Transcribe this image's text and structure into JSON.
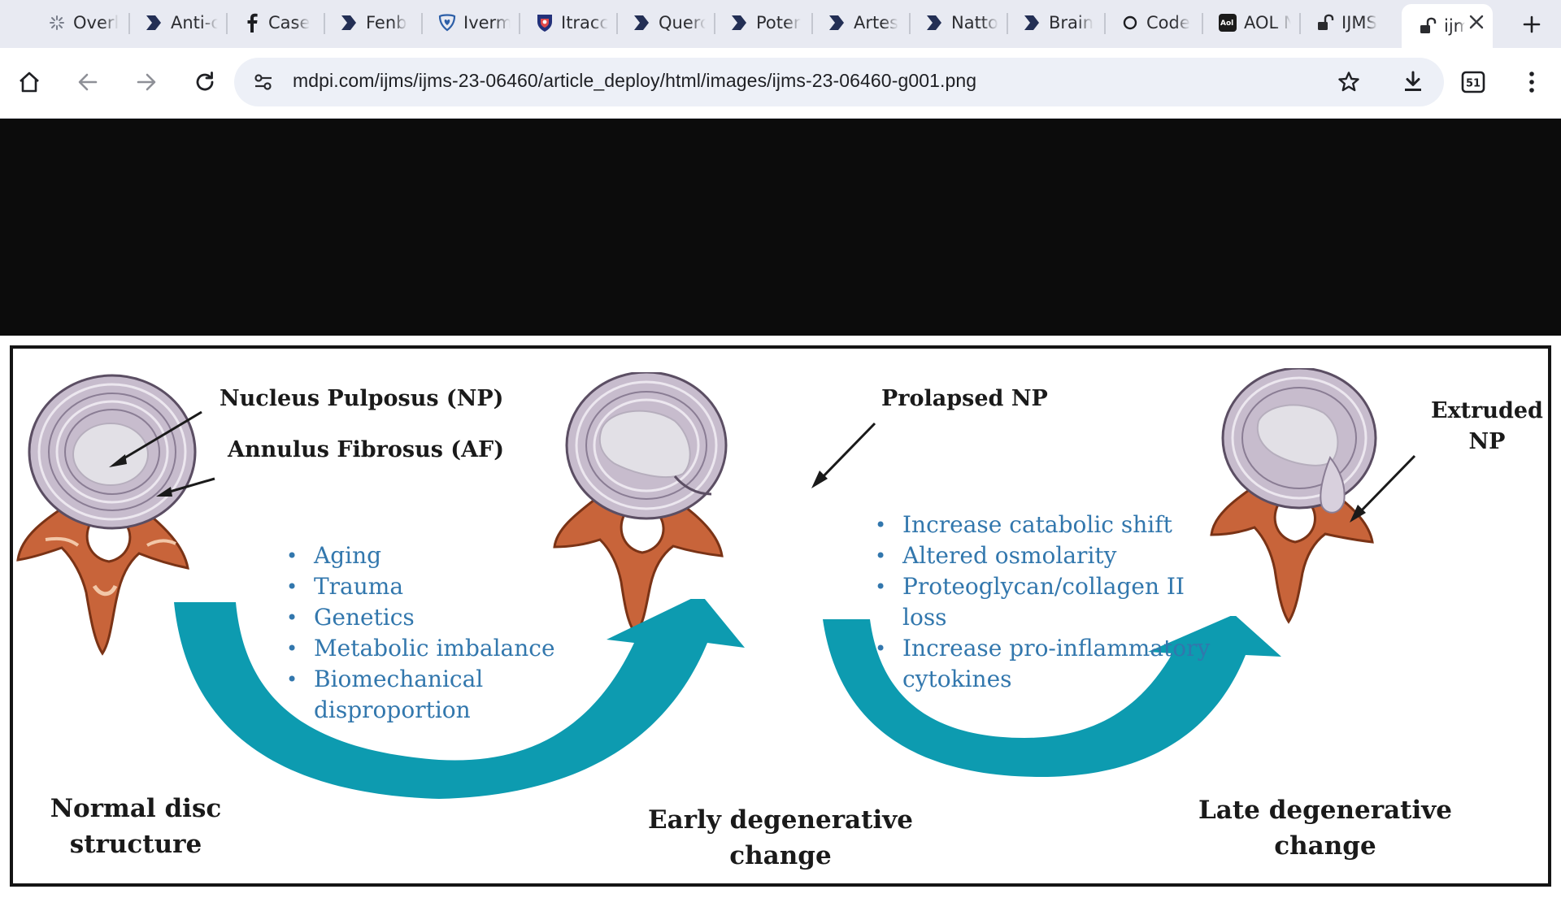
{
  "browser": {
    "tabs": [
      {
        "label": "Overl",
        "icon": "spinner-icon"
      },
      {
        "label": "Anti-c",
        "icon": "bookmark-tag-icon"
      },
      {
        "label": "Case",
        "icon": "facebook-icon"
      },
      {
        "label": "Fenb",
        "icon": "bookmark-tag-icon"
      },
      {
        "label": "Iverm",
        "icon": "shield-heart-icon"
      },
      {
        "label": "Itracc",
        "icon": "crest-icon"
      },
      {
        "label": "Querc",
        "icon": "bookmark-tag-icon"
      },
      {
        "label": "Poter",
        "icon": "bookmark-tag-icon"
      },
      {
        "label": "Artes",
        "icon": "bookmark-tag-icon"
      },
      {
        "label": "Natto",
        "icon": "bookmark-tag-icon"
      },
      {
        "label": "Brain",
        "icon": "bookmark-tag-icon"
      },
      {
        "label": "Code",
        "icon": "circle-icon"
      },
      {
        "label": "AOL N",
        "icon": "aol-icon"
      },
      {
        "label": "IJMS",
        "icon": "unlocked-icon"
      },
      {
        "label": "ijm",
        "icon": "unlocked-icon",
        "active": true
      }
    ],
    "new_tab_label": "+",
    "close_tab_label": "✕",
    "url": "mdpi.com/ijms/ijms-23-06460/article_deploy/html/images/ijms-23-06460-g001.png",
    "tab_count": "51",
    "colors": {
      "tabstrip": "#e8eaf2",
      "toolbar": "#ffffff",
      "omnibox": "#edf0f7"
    }
  },
  "figure": {
    "np_label": "Nucleus Pulposus  (NP)",
    "af_label": "Annulus Fibrosus (AF)",
    "prolapsed_label": "Prolapsed  NP",
    "extruded_label_line1": "Extruded",
    "extruded_label_line2": "NP",
    "stage1_line1": "Normal  disc",
    "stage1_line2": "structure",
    "stage2_line1": "Early  degenerative",
    "stage2_line2": "change",
    "stage3_line1": "Late  degenerative",
    "stage3_line2": "change",
    "causes": [
      "Aging",
      "Trauma",
      "Genetics",
      "Metabolic imbalance",
      "Biomechanical",
      "disproportion"
    ],
    "mechanisms": [
      "Increase catabolic shift",
      "Altered osmolarity",
      "Proteoglycan/collagen II",
      "loss",
      "Increase pro-inflammatory",
      "cytokines"
    ],
    "bullet": "•",
    "colors": {
      "arrow": "#0d9bb0",
      "text_blue": "#3277ad",
      "disc": "#c7bccd",
      "bone": "#c8643a"
    }
  }
}
